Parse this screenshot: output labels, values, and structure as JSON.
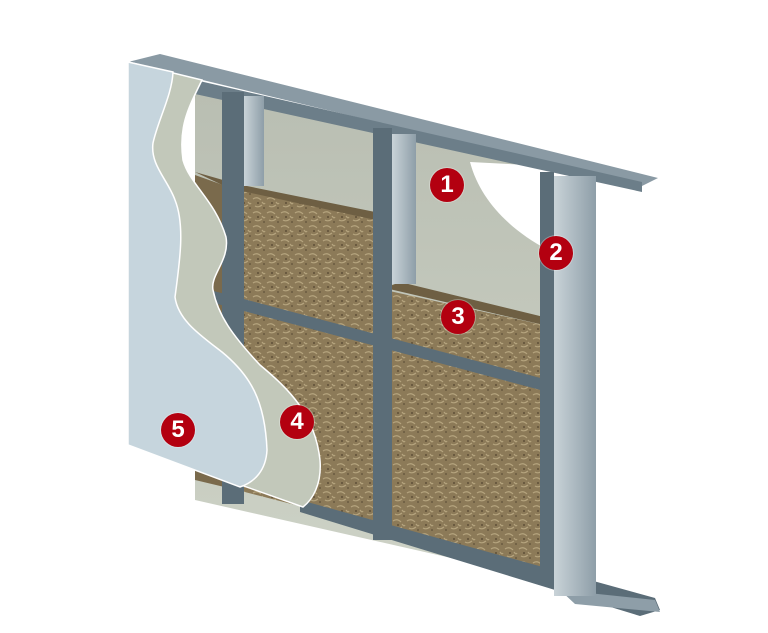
{
  "colors": {
    "marker": "#b30010",
    "steel": "#5b6d78",
    "steel_light": "#aab8c0",
    "back_board": "#c3c8bc",
    "insulation": "#8c7a58",
    "inner_board": "#c2c8ba",
    "outer_board": "#c6d5dd"
  },
  "markers": [
    {
      "label": "1",
      "part": "back-board"
    },
    {
      "label": "2",
      "part": "steel-stud"
    },
    {
      "label": "3",
      "part": "insulation"
    },
    {
      "label": "4",
      "part": "inner-board"
    },
    {
      "label": "5",
      "part": "outer-board"
    }
  ]
}
